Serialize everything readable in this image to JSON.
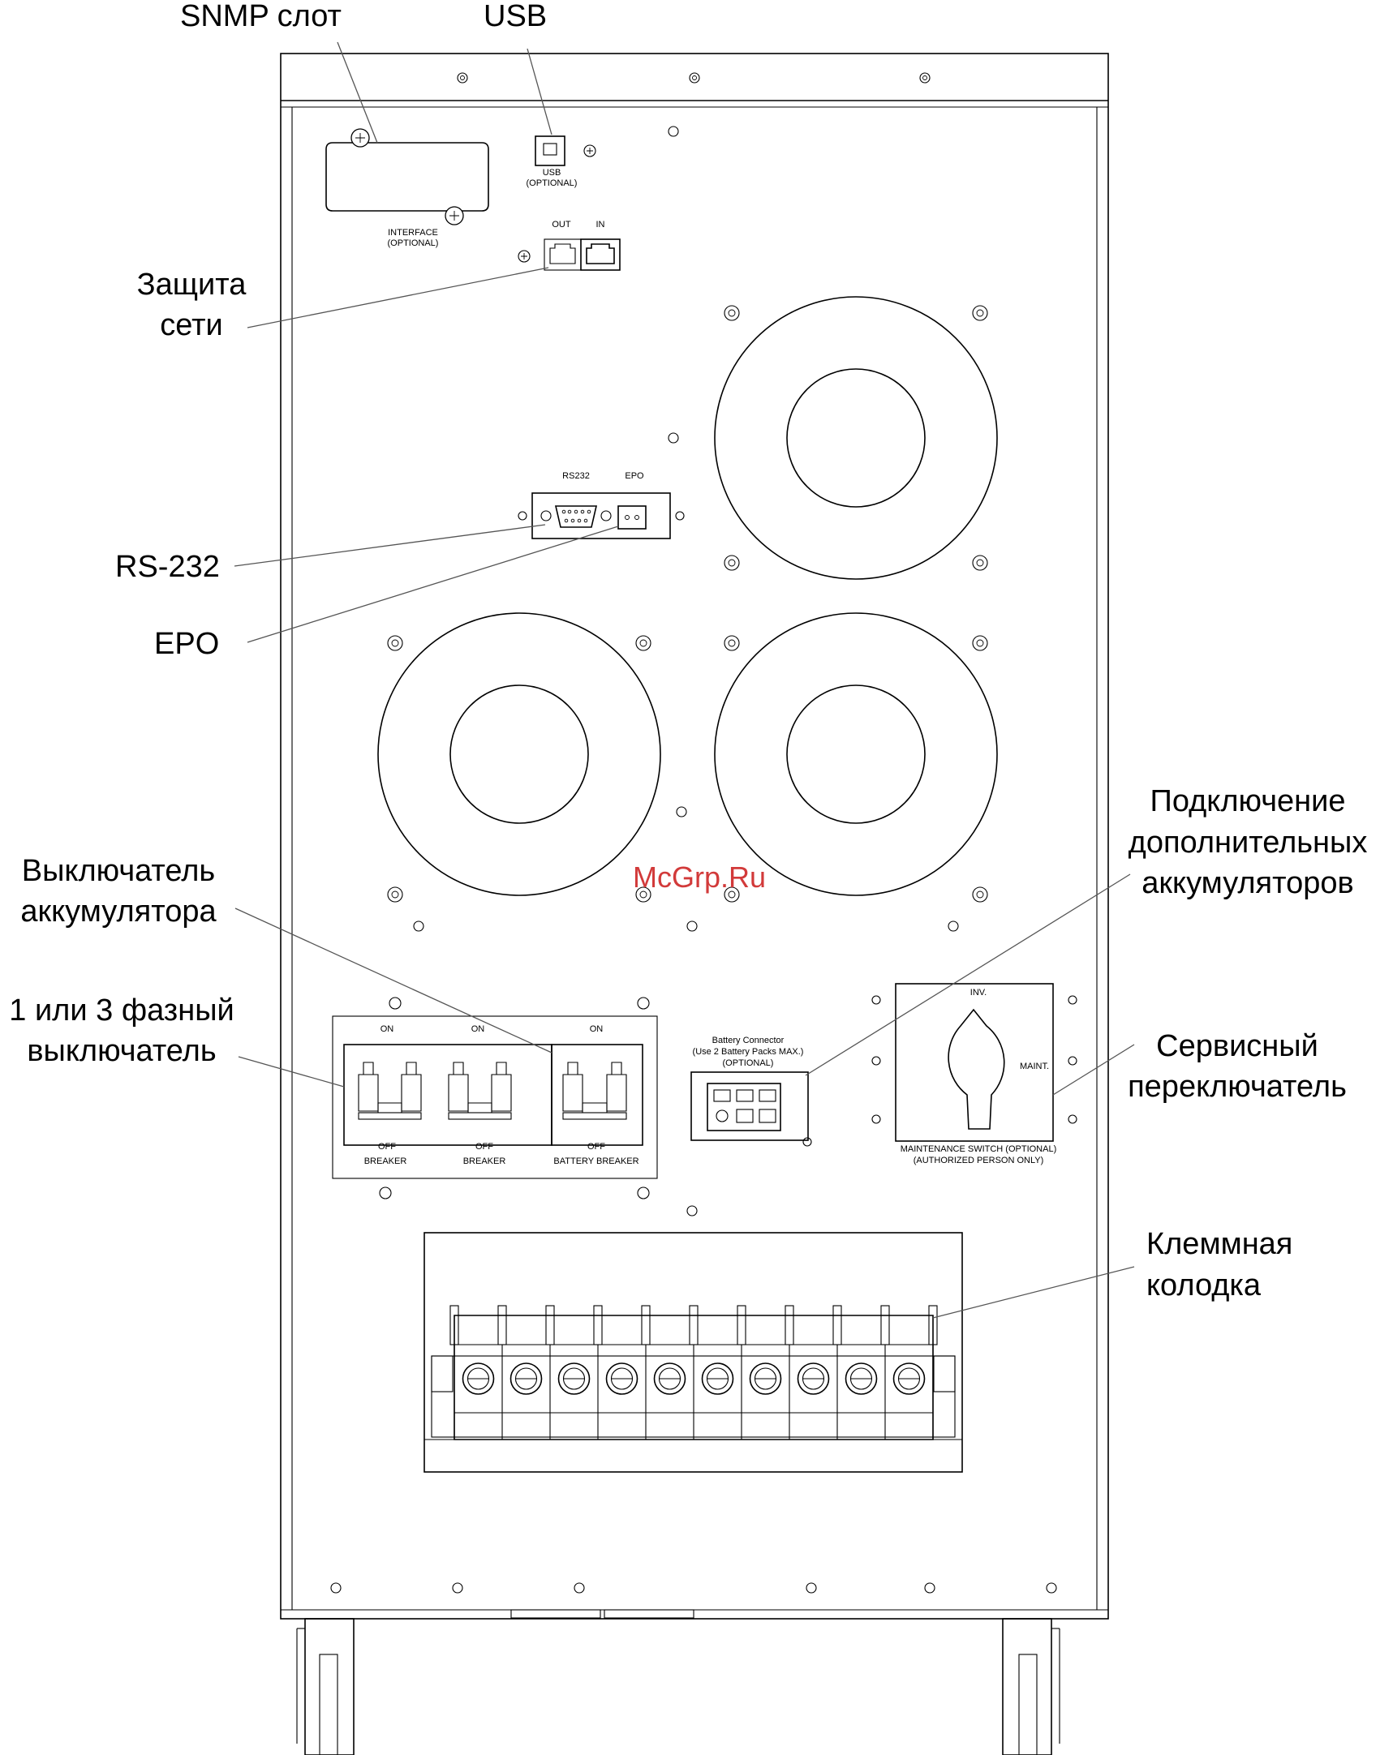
{
  "callouts": {
    "snmp": "SNMP слот",
    "usb": "USB",
    "network_l1": "Защита",
    "network_l2": "сети",
    "rs232": "RS-232",
    "epo": "EPO",
    "battery_ext_l1": "Подключение",
    "battery_ext_l2": "дополнительных",
    "battery_ext_l3": "аккумуляторов",
    "battery_breaker_l1": "Выключатель",
    "battery_breaker_l2": "аккумулятора",
    "phase_breaker_l1": "1 или 3 фазный",
    "phase_breaker_l2": "выключатель",
    "service_switch_l1": "Сервисный",
    "service_switch_l2": "переключатель",
    "terminal_l1": "Клеммная",
    "terminal_l2": "колодка"
  },
  "panel": {
    "usb_l1": "USB",
    "usb_l2": "(OPTIONAL)",
    "interface_l1": "INTERFACE",
    "interface_l2": "(OPTIONAL)",
    "out": "OUT",
    "in": "IN",
    "rs232": "RS232",
    "epo": "EPO",
    "on1": "ON",
    "on2": "ON",
    "on3": "ON",
    "off1": "OFF",
    "off2": "OFF",
    "off3": "OFF",
    "breaker1": "BREAKER",
    "breaker2": "BREAKER",
    "battery_breaker": "BATTERY BREAKER",
    "battery_conn_l1": "Battery Connector",
    "battery_conn_l2": "(Use 2 Battery Packs MAX.)",
    "battery_conn_l3": "(OPTIONAL)",
    "inv": "INV.",
    "maint": "MAINT.",
    "maint_l1": "MAINTENANCE SWITCH (OPTIONAL)",
    "maint_l2": "(AUTHORIZED PERSON ONLY)"
  },
  "watermark": "McGrp.Ru"
}
